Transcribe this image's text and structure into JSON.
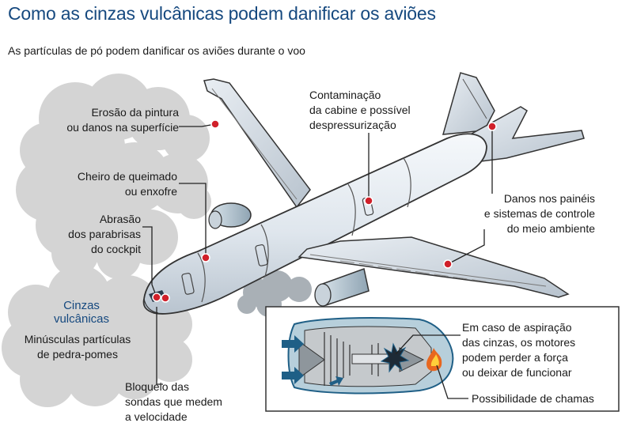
{
  "title": "Como as cinzas vulcânicas podem danificar os aviões",
  "subtitle": "As partículas de pó podem danificar os aviões durante o voo",
  "labels": {
    "erosion": "Erosão da pintura\nou danos na superfície",
    "smell": "Cheiro de queimado\nou enxofre",
    "abrasion": "Abrasão\ndos parabrisas\ndo cockpit",
    "cabin": "Contaminação\nda cabine e possível\ndespressurização",
    "panels": "Danos nos painéis\ne sistemas de controle\ndo meio ambiente",
    "ash_title": "Cinzas\nvulcânicas",
    "ash_desc": "Minúsculas partículas\nde pedra-pomes",
    "sensors": "Bloqueio das\nsondas que medem\na velocidade",
    "engine": "Em caso de aspiração\ndas cinzas, os motores\npodem perder a força\nou deixar de funcionar",
    "flames": "Possibilidade de chamas"
  },
  "colors": {
    "title": "#16497f",
    "ash_cloud": "#d4d4d4",
    "ash_cloud_dark": "#a9b0b6",
    "fuselage": "#e4eaf0",
    "outline": "#333333",
    "marker": "#d0202a",
    "engine_blue": "#1f5f86"
  }
}
